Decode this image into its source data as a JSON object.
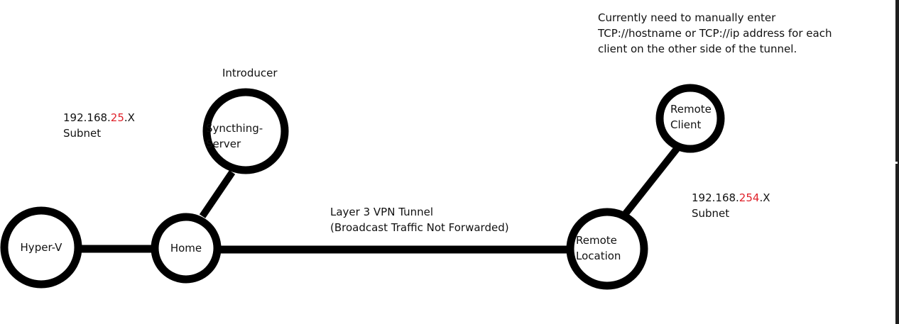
{
  "diagram": {
    "note": {
      "lines": [
        "Currently need to manually enter",
        "TCP://hostname or TCP://ip address for each",
        "client on the other side of the tunnel."
      ]
    },
    "introducer_label": "Introducer",
    "subnets": [
      {
        "id": "home",
        "prefix": "192.168.",
        "octet": "25",
        "suffix": ".X",
        "label": "Subnet"
      },
      {
        "id": "remote",
        "prefix": "192.168.",
        "octet": "254",
        "suffix": ".X",
        "label": "Subnet"
      }
    ],
    "nodes": [
      {
        "id": "hyper-v",
        "lines": [
          "Hyper-V"
        ]
      },
      {
        "id": "home",
        "lines": [
          "Home"
        ]
      },
      {
        "id": "syncthing-server",
        "lines": [
          "Syncthing-",
          "Server"
        ]
      },
      {
        "id": "remote-location",
        "lines": [
          "Remote",
          "Location"
        ]
      },
      {
        "id": "remote-client",
        "lines": [
          "Remote",
          "Client"
        ]
      }
    ],
    "edges": [
      {
        "from": "hyper-v",
        "to": "home"
      },
      {
        "from": "home",
        "to": "syncthing-server"
      },
      {
        "from": "home",
        "to": "remote-location"
      },
      {
        "from": "remote-location",
        "to": "remote-client"
      }
    ],
    "tunnel": {
      "lines": [
        "Layer 3 VPN Tunnel",
        "(Broadcast Traffic Not Forwarded)"
      ]
    },
    "colors": {
      "stroke": "#000000",
      "highlight": "#e0212a",
      "text": "#111111"
    }
  }
}
